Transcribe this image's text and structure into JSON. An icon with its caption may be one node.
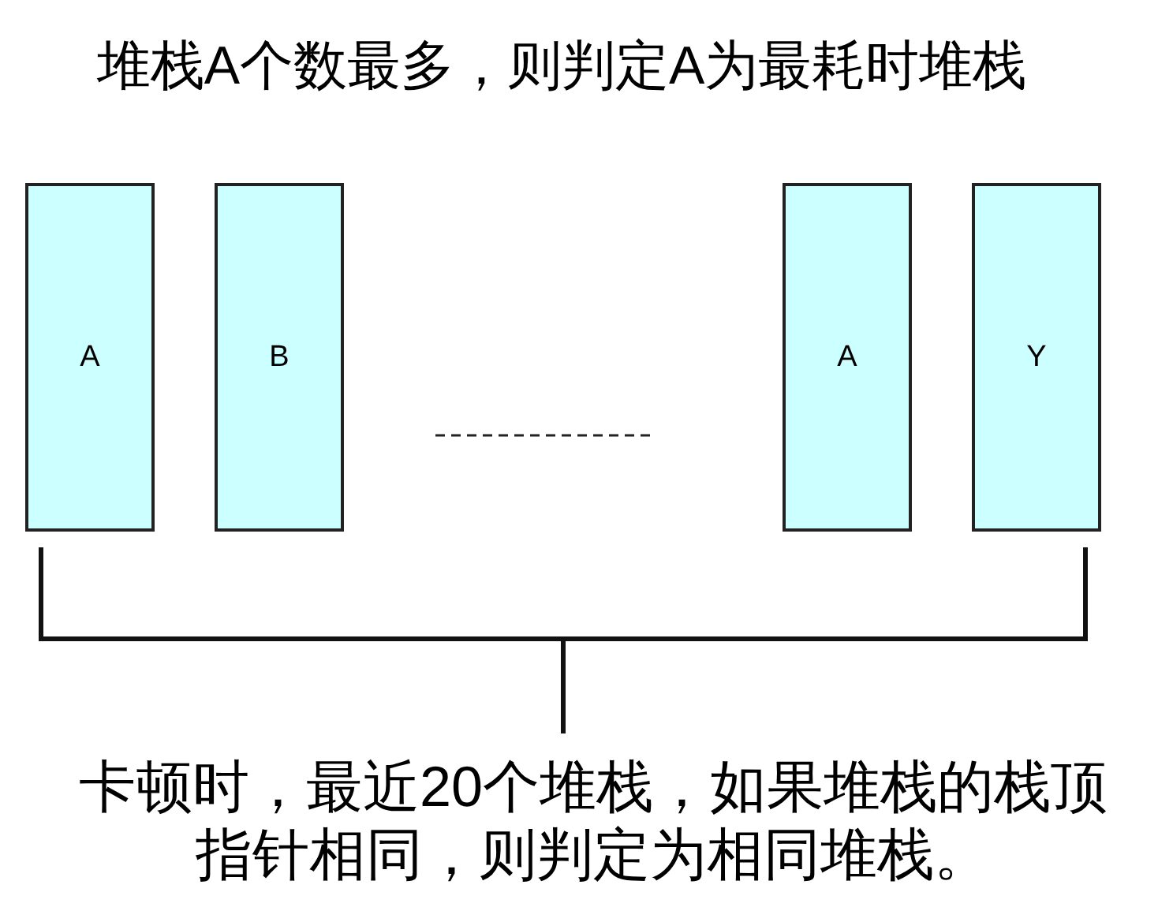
{
  "diagram": {
    "title": "堆栈A个数最多，则判定A为最耗时堆栈",
    "nodes": [
      {
        "text": [
          "A"
        ]
      },
      {
        "text": [
          "B"
        ]
      },
      {
        "text": [
          "A"
        ]
      },
      {
        "text": [
          "Y"
        ]
      }
    ],
    "caption": "卡顿时，最近20个堆栈，如果堆栈的栈顶指针相同，则判定为相同堆栈。"
  }
}
